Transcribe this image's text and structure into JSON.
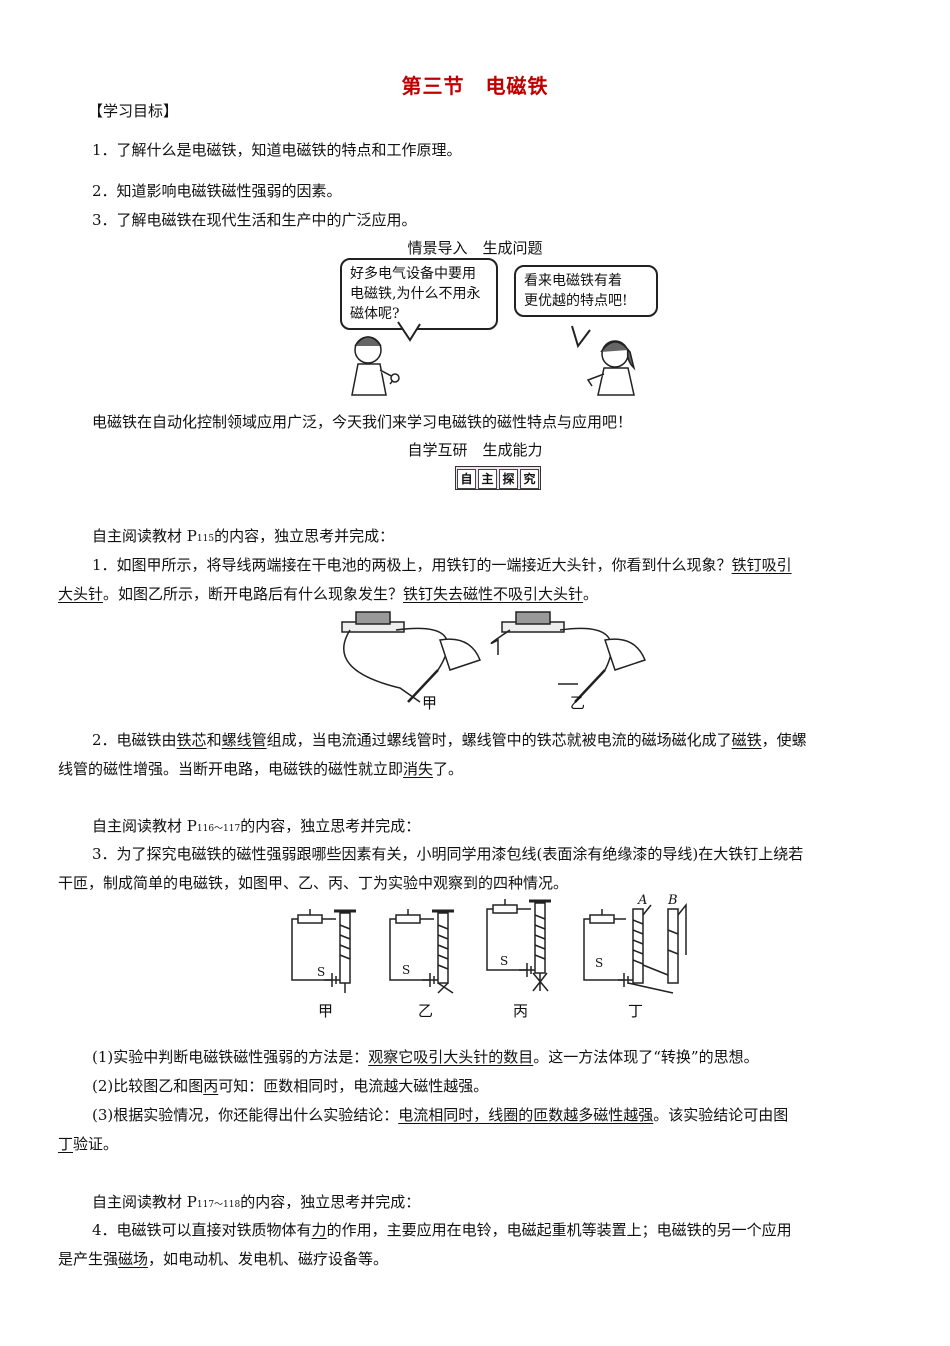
{
  "title": "第三节　电磁铁",
  "goals": {
    "heading": "【学习目标】",
    "items": [
      "1．了解什么是电磁铁，知道电磁铁的特点和工作原理。",
      "2．知道影响电磁铁磁性强弱的因素。",
      "3．了解电磁铁在现代生活和生产中的广泛应用。"
    ]
  },
  "intro": {
    "heading": "情景导入　生成问题",
    "bubble_left": [
      "好多电气设备中要用",
      "电磁铁,为什么不用永",
      "磁体呢?"
    ],
    "bubble_right": [
      "看来电磁铁有着",
      "更优越的特点吧!"
    ],
    "text": "电磁铁在自动化控制领域应用广泛，今天我们来学习电磁铁的磁性特点与应用吧！"
  },
  "study": {
    "heading": "自学互研　生成能力",
    "badge": [
      "自",
      "主",
      "探",
      "究"
    ]
  },
  "part1": {
    "read_pre": "自主阅读教材 P",
    "read_sub": "115",
    "read_post": "的内容，独立思考并完成：",
    "q1_a": "1．如图甲所示，将导线两端接在干电池的两极上，用铁钉的一端接近大头针，你看到什么现象？",
    "q1_ans1a": "铁钉吸引",
    "q1_ans1b": "大头针",
    "q1_b": "。如图乙所示，断开电路后有什么现象发生？",
    "q1_ans2": "铁钉失去磁性不吸引大头针",
    "q1_end": "。",
    "fig_jia": "甲",
    "fig_yi": "乙",
    "q2_a": "2．电磁铁由",
    "q2_ans1": "铁芯",
    "q2_b": "和",
    "q2_ans2": "螺线管",
    "q2_c": "组成，当电流通过螺线管时，螺线管中的铁芯就被电流的磁场磁化成了",
    "q2_ans3": "磁铁",
    "q2_d": "，使螺",
    "q2_e": "线管的磁性增强。当断开电路，电磁铁的磁性就立即",
    "q2_ans4": "消失",
    "q2_f": "了。"
  },
  "part2": {
    "read_pre": "自主阅读教材 P",
    "read_sub": "116～117",
    "read_post": "的内容，独立思考并完成：",
    "q3_a": "3．为了探究电磁铁的磁性强弱跟哪些因素有关，小明同学用漆包线(表面涂有绝缘漆的导线)在大铁钉上绕若",
    "q3_b": "干匝，制成简单的电磁铁，如图甲、乙、丙、丁为实验中观察到的四种情况。",
    "figs": [
      "甲",
      "乙",
      "丙",
      "丁"
    ],
    "switch_label": "S",
    "label_a": "A",
    "label_b": "B",
    "s1_a": "(1)实验中判断电磁铁磁性强弱的方法是：",
    "s1_ans": "观察它吸引大头针的数目",
    "s1_b": "。这一方法体现了“转换”的思想。",
    "s2_a": "(2)比较图乙和图",
    "s2_ans": "丙",
    "s2_b": "可知：匝数相同时，电流越大磁性越强。",
    "s3_a": "(3)根据实验情况，你还能得出什么实验结论：",
    "s3_ans": "电流相同时，线圈的匝数越多磁性越强",
    "s3_b": "。该实验结论可由图",
    "s3_ans2": "丁",
    "s3_c": "验证。"
  },
  "part3": {
    "read_pre": "自主阅读教材 P",
    "read_sub": "117～118",
    "read_post": "的内容，独立思考并完成：",
    "q4_a": "4．电磁铁可以直接对铁质物体有",
    "q4_ans1": "力",
    "q4_b": "的作用，主要应用在电铃，电磁起重机等装置上；电磁铁的另一个应用",
    "q4_c": "是产生强",
    "q4_ans2": "磁场",
    "q4_d": "，如电动机、发电机、磁疗设备等。"
  }
}
